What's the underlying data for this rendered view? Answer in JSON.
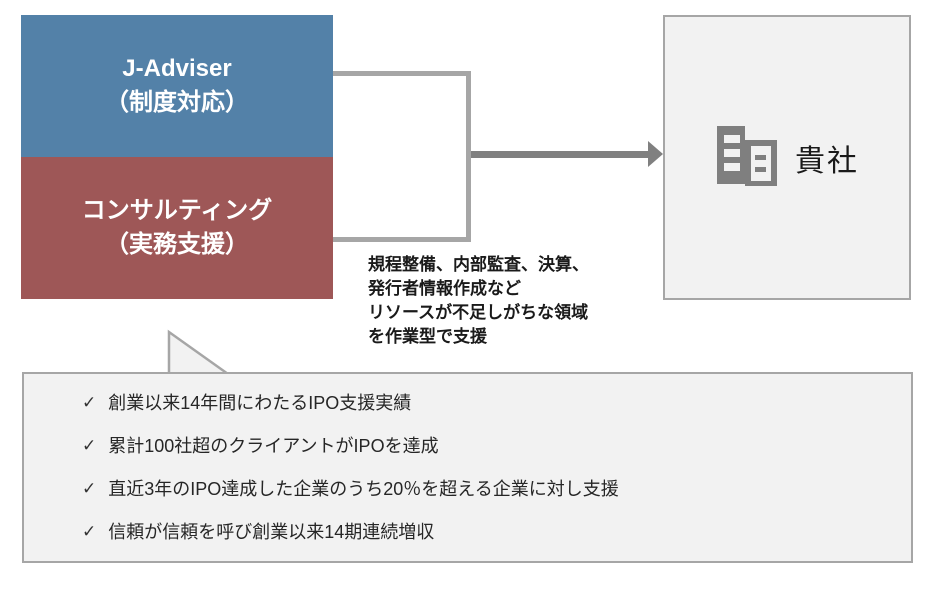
{
  "provider_box": {
    "jadviser": {
      "title": "J-Adviser",
      "subtitle": "（制度対応）"
    },
    "consulting": {
      "title": "コンサルティング",
      "subtitle": "（実務支援）"
    }
  },
  "client_box": {
    "label": "貴社",
    "icon": "company-building-icon"
  },
  "annotation": {
    "lines": [
      "規程整備、内部監査、決算、",
      "発行者情報作成など",
      "リソースが不足しがちな領域",
      "を作業型で支援"
    ]
  },
  "achievements": {
    "bullet": "✓",
    "items": [
      "創業以来14年間にわたるIPO支援実績",
      "累計100社超のクライアントがIPOを達成",
      "直近3年のIPO達成した企業のうち20％を超える企業に対し支援",
      "信頼が信頼を呼び創業以来14期連続増収"
    ]
  },
  "colors": {
    "jadviser_blue": "#5381A8",
    "consulting_red": "#9E5757",
    "connector_gray": "#A6A6A6",
    "arrow_gray": "#808080",
    "panel_fill": "#F2F2F2",
    "panel_border": "#A6A6A6",
    "icon_gray": "#7F7F7F",
    "text_dark": "#1A1A1A"
  }
}
